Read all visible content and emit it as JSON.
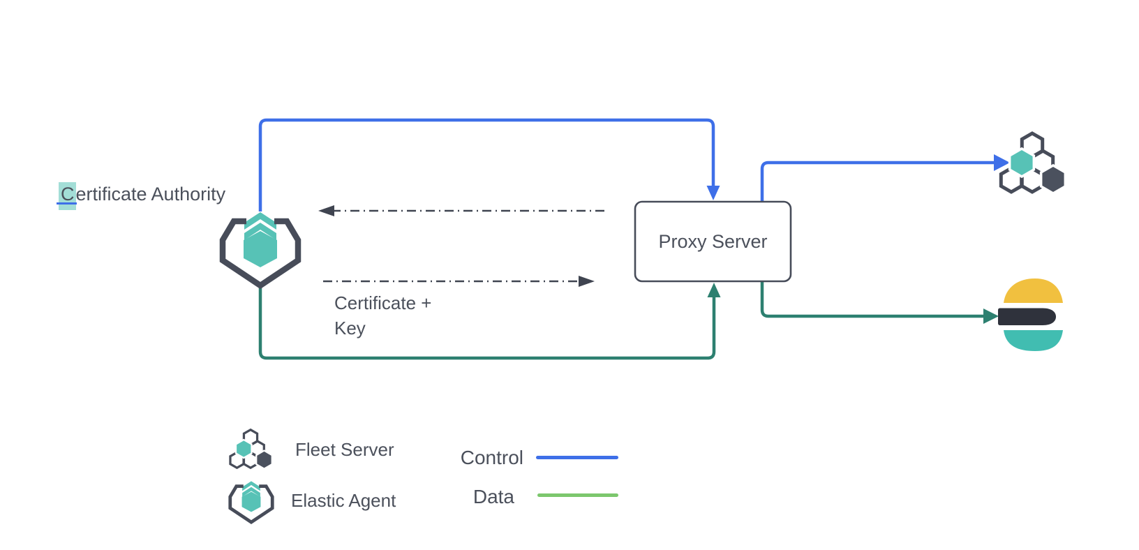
{
  "diagram": {
    "nodes": {
      "certificate_authority": {
        "label": "Certificate Authority",
        "label_first_letter": "C",
        "label_rest": "ertificate Authority"
      },
      "elastic_agent": {
        "icon": "elastic-agent-icon"
      },
      "proxy_server": {
        "label": "Proxy Server"
      },
      "fleet_server": {
        "icon": "fleet-server-icon"
      },
      "elasticsearch": {
        "icon": "elasticsearch-icon"
      }
    },
    "annotations": {
      "certificate_key": {
        "line1": "Certificate +",
        "line2": "Key"
      }
    },
    "edges": [
      {
        "from": "elastic_agent",
        "to": "proxy_server",
        "type": "control",
        "style": "solid",
        "color": "#3e6fe8"
      },
      {
        "from": "proxy_server",
        "to": "fleet_server",
        "type": "control",
        "style": "solid",
        "color": "#3e6fe8"
      },
      {
        "from": "elastic_agent",
        "to": "proxy_server",
        "type": "data",
        "style": "solid",
        "color": "#2d8070"
      },
      {
        "from": "proxy_server",
        "to": "elasticsearch",
        "type": "data",
        "style": "solid",
        "color": "#2d8070"
      },
      {
        "from": "proxy_server",
        "to": "elastic_agent",
        "type": "request",
        "style": "dash-dot",
        "color": "#3f4450"
      },
      {
        "from": "elastic_agent",
        "to": "proxy_server",
        "type": "certificate-key",
        "style": "dash-dot",
        "color": "#3f4450",
        "label": "Certificate + Key"
      }
    ]
  },
  "legend": {
    "icon_items": [
      {
        "icon": "fleet-server-icon",
        "label": "Fleet Server"
      },
      {
        "icon": "elastic-agent-icon",
        "label": "Elastic Agent"
      }
    ],
    "line_items": [
      {
        "label": "Control",
        "color": "#3e6fe8"
      },
      {
        "label": "Data",
        "color": "#7cc76d"
      }
    ]
  },
  "colors": {
    "control_blue": "#3e6fe8",
    "data_green": "#2d8070",
    "legend_data_green": "#7cc76d",
    "outline_slate": "#474c59",
    "brand_teal": "#57c2b6",
    "fleet_dark_hex": "#4b515e",
    "elastic_yellow": "#f1c03f",
    "elastic_dark": "#2f323c",
    "elastic_teal": "#41bdb1",
    "text": "#4b505b"
  }
}
